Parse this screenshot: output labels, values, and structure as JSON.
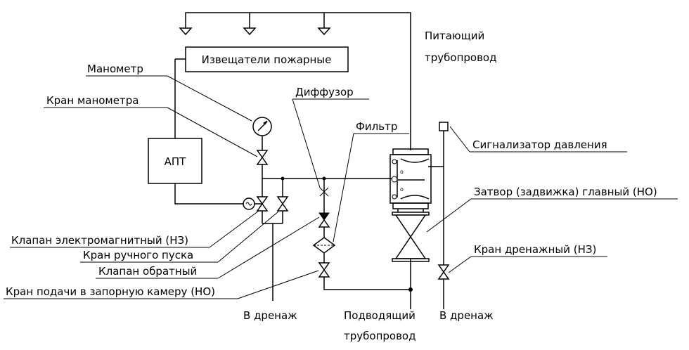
{
  "labels": {
    "fire_detectors": "Извещатели пожарные",
    "supply_pipe_line1": "Питающий",
    "supply_pipe_line2": "трубопровод",
    "manometer": "Манометр",
    "manometer_valve": "Кран манометра",
    "diffuser": "Диффузор",
    "filter": "Фильтр",
    "apt": "АПТ",
    "pressure_alarm": "Сигнализатор давления",
    "main_gate": "Затвор (задвижка) главный (НО)",
    "drain_valve": "Кран дренажный (НЗ)",
    "solenoid_valve": "Клапан электромагнитный (НЗ)",
    "manual_start_valve": "Кран ручного пуска",
    "check_valve": "Клапан обратный",
    "chamber_feed_valve": "Кран подачи в запорную камеру (НО)",
    "to_drain_left": "В дренаж",
    "inlet_pipe_line1": "Подводящий",
    "inlet_pipe_line2": "трубопровод",
    "to_drain_right": "В дренаж"
  }
}
